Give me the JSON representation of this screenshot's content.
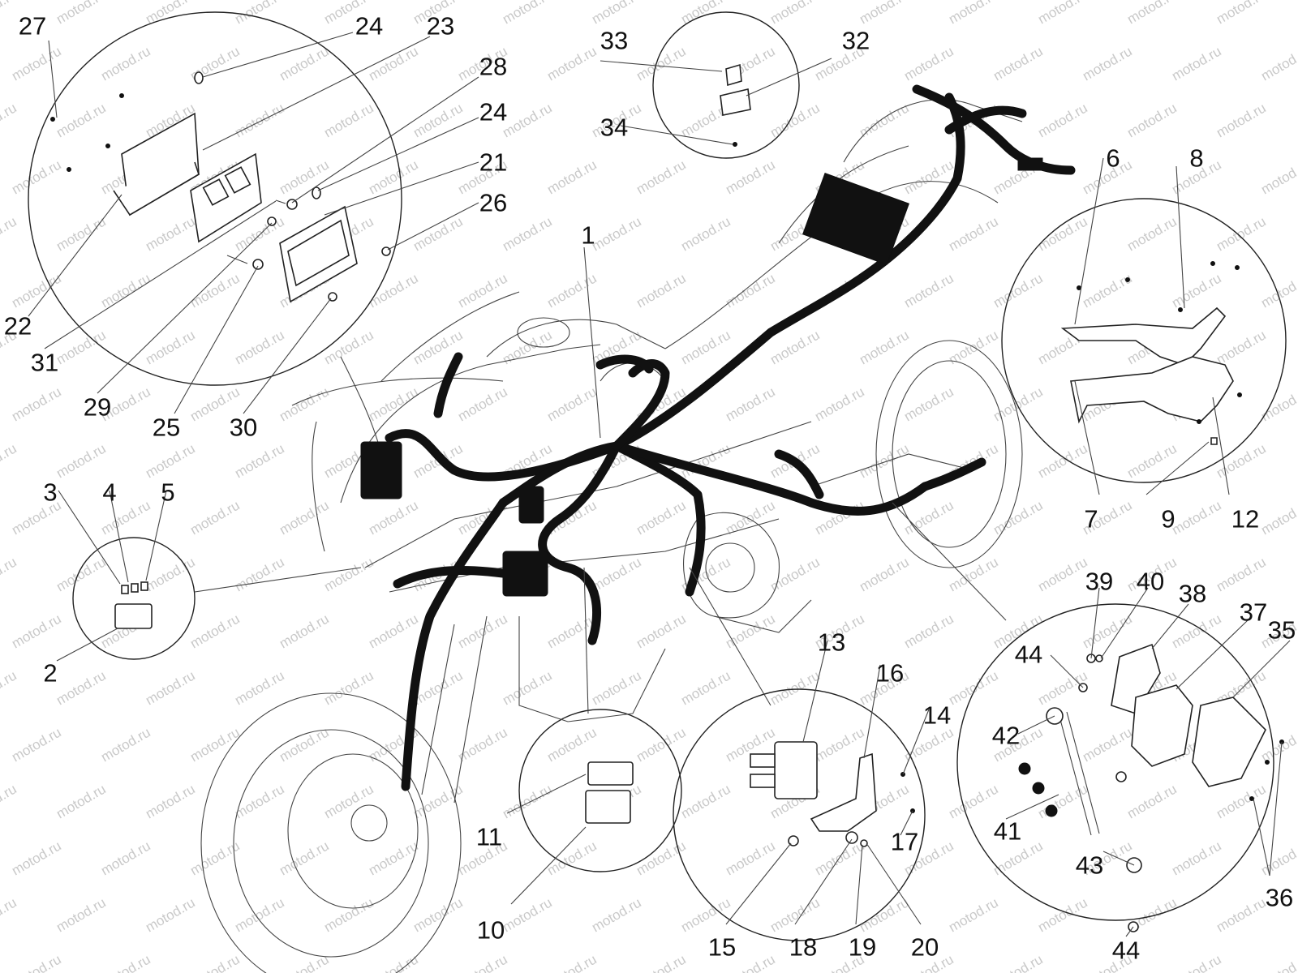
{
  "watermark": "motod.ru",
  "callouts": {
    "c1": "1",
    "c2": "2",
    "c3": "3",
    "c4": "4",
    "c5": "5",
    "c6": "6",
    "c7": "7",
    "c8": "8",
    "c9": "9",
    "c10": "10",
    "c11": "11",
    "c12": "12",
    "c13": "13",
    "c14": "14",
    "c15": "15",
    "c16": "16",
    "c17": "17",
    "c18": "18",
    "c19": "19",
    "c20": "20",
    "c21": "21",
    "c22": "22",
    "c23": "23",
    "c24a": "24",
    "c24b": "24",
    "c25": "25",
    "c26": "26",
    "c27": "27",
    "c28": "28",
    "c29": "29",
    "c30": "30",
    "c31": "31",
    "c32": "32",
    "c33": "33",
    "c34": "34",
    "c35": "35",
    "c36": "36",
    "c37": "37",
    "c38": "38",
    "c39": "39",
    "c40": "40",
    "c41": "41",
    "c42": "42",
    "c43": "43",
    "c44a": "44",
    "c44b": "44"
  }
}
